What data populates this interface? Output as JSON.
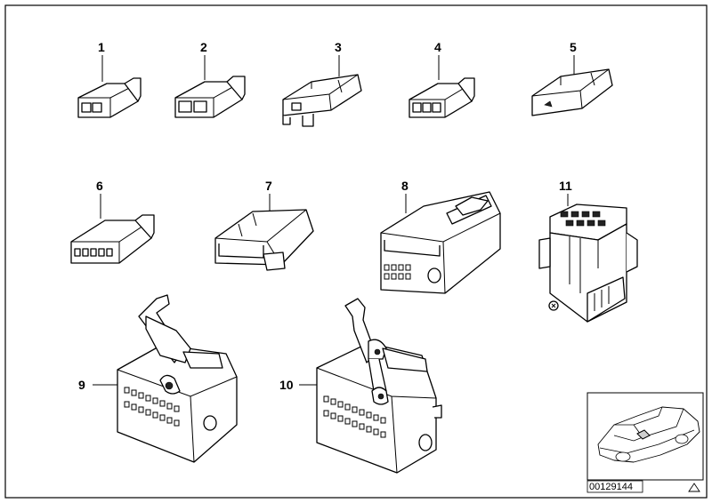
{
  "diagram": {
    "parts": [
      {
        "label": "1"
      },
      {
        "label": "2"
      },
      {
        "label": "3"
      },
      {
        "label": "4"
      },
      {
        "label": "5"
      },
      {
        "label": "6"
      },
      {
        "label": "7"
      },
      {
        "label": "8"
      },
      {
        "label": "9"
      },
      {
        "label": "10"
      },
      {
        "label": "11"
      }
    ],
    "reference_number": "00129144"
  },
  "colors": {
    "line": "#000000",
    "background": "#ffffff",
    "shade": "#cfcfcf"
  }
}
